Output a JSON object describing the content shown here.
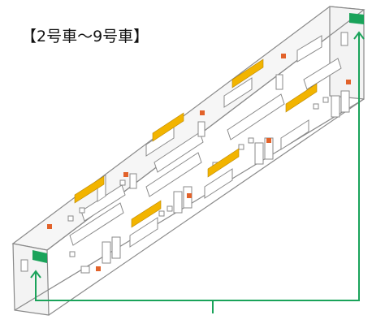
{
  "title": "【2号車〜9号車】",
  "colors": {
    "outline": "#8a8a8a",
    "body_fill": "#f3f3f3",
    "seat_fill": "#ffffff",
    "ad_panel": "#f2b400",
    "display": "#e2622a",
    "indicator": "#1aa35a",
    "pointer_line": "#1aa35a"
  },
  "diagram": {
    "indicator_labels": [
      "front-door-display",
      "rear-door-display"
    ],
    "icons": [
      "up-arrow-icon",
      "up-arrow-icon"
    ]
  }
}
